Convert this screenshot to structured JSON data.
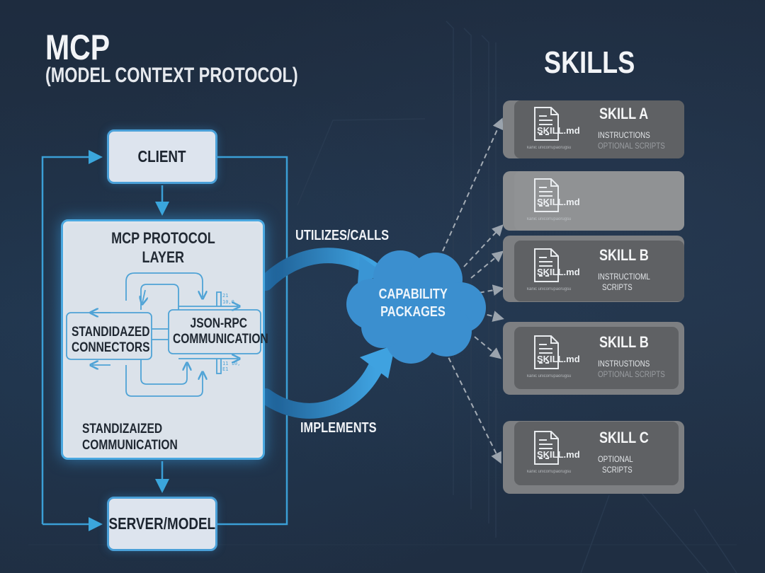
{
  "header": {
    "title": "MCP",
    "subtitle": "(MODEL CONTEXT PROTOCOL)"
  },
  "skills_header": {
    "title": "SKILLS"
  },
  "nodes": {
    "client": "CLIENT",
    "server": "SERVER/MODEL"
  },
  "protocol_layer": {
    "title_line1": "MCP PROTOCOL",
    "title_line2": "LAYER",
    "connectors_line1": "STANDIDAZED",
    "connectors_line2": "CONNECTORS",
    "jsonrpc_line1": "JSON-RPC",
    "jsonrpc_line2": "COMMUNICATION",
    "footer_line1": "STANDIZAIZED",
    "footer_line2": "COMMUNICATION"
  },
  "flow_labels": {
    "utilizes": "UTILIZES/CALLS",
    "implements": "IMPLEMENTS"
  },
  "cloud": {
    "line1": "CAPABILITY",
    "line2": "PACKAGES"
  },
  "skill_cards": [
    {
      "file": "SKILL.md",
      "name": "SKILL A",
      "line1": "INSTRUCTIONS",
      "line2": "OPTIONAL SCRIPTS",
      "fine_print": "kanic unicorrupaorugsu"
    },
    {
      "file": "SKILL.md",
      "name": "",
      "line1": "",
      "line2": "",
      "fine_print": "kanic unicorrupaorugsu"
    },
    {
      "file": "SKILL.md",
      "name": "SKILL B",
      "line1": "INSTRUCTIOML",
      "line2": "SCRIPTS",
      "fine_print": "kanic unicorrupaorugsu"
    },
    {
      "file": "SKILL.md",
      "name": "SKILL B",
      "line1": "INSTRUSTIONS",
      "line2": "OPTIONAL SCRIPTS",
      "fine_print": "kanic unicorrupaorugsu"
    },
    {
      "file": "SKILL.md",
      "name": "SKILL C",
      "line1": "OPTIONAL",
      "line2": "SCRIPTS",
      "fine_print": "kanic unicorrupaorugsu"
    }
  ],
  "colors": {
    "background": "#1f2e42",
    "accent_blue": "#4aa0d8",
    "cloud_blue": "#3a8fcf",
    "node_fill": "#dde4ee",
    "card_outer": "#858789",
    "card_inner": "#5e6063"
  }
}
